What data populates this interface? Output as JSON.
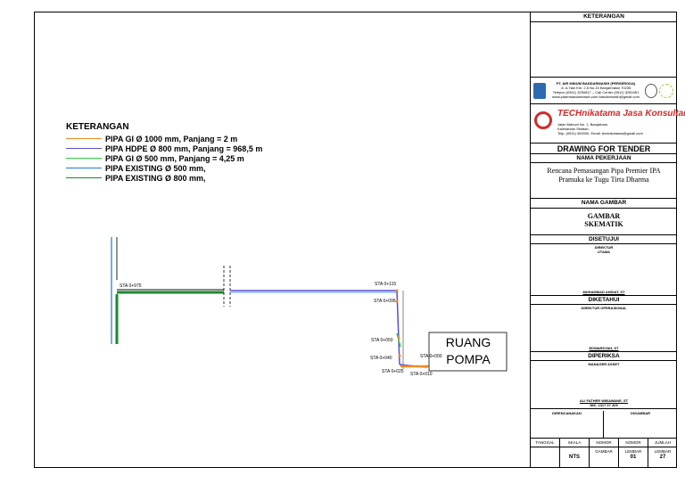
{
  "legend": {
    "title": "KETERANGAN",
    "items": [
      {
        "label": "PIPA GI Ø 1000 mm, Panjang = 2 m",
        "color": "#f08a24"
      },
      {
        "label": "PIPA HDPE Ø 800 mm, Panjang = 968,5 m",
        "color": "#5a4fcf"
      },
      {
        "label": "PIPA GI Ø 500 mm, Panjang = 4,25 m",
        "color": "#2ecc40"
      },
      {
        "label": "PIPA EXISTING Ø 500 mm,",
        "color": "#1f78d1"
      },
      {
        "label": "PIPA EXISTING Ø 800 mm,",
        "color": "#1a8a2e"
      }
    ]
  },
  "diagram": {
    "sta_labels": {
      "s975": "STA 0+975",
      "s115": "STA 0+115",
      "s095": "STA 0+095",
      "s050": "STA 0+050",
      "s040": "STA 0+040",
      "s025": "STA 0+025",
      "s000": "STA 0+000",
      "s010": "STA 0+010"
    },
    "room_label_1": "RUANG",
    "room_label_2": "POMPA"
  },
  "titleblock": {
    "keterangan": "KETERANGAN",
    "company1": {
      "name": "PT. AIR MINUM BANDARMASIH (PERSERODA)",
      "line1": "Jl. A.Yani Km. 2,5 No.15 Banjarmasin 70235",
      "line2": "Telepon (0511) 3250817 – Call Center (0511) 3250451",
      "line3": "www.pdambandarmasih.com   bandarmasih@gmail.com"
    },
    "company2": {
      "name": "TECHnikatama Jasa Konsultan",
      "line1": "Jalan Mahoni No. 1, Banjarbaru",
      "line2": "Kalimantan Selatan",
      "line3": "Telp. (0511) 000000, Email: technikatama@gmail.com"
    },
    "drawing_for": "DRAWING FOR TENDER",
    "nama_pekerjaan_label": "NAMA PEKERJAAN",
    "nama_pekerjaan": "Rencana Pemasangan Pipa Premier IPA Pramuka ke Tugu Tirta Dharma",
    "nama_gambar_label": "NAMA GAMBAR",
    "nama_gambar_1": "GAMBAR",
    "nama_gambar_2": "SKEMATIK",
    "disetujui_label": "DISETUJUI",
    "disetujui_role_1": "DIREKTUR",
    "disetujui_role_2": "UTAMA",
    "disetujui_name": "MUHAMMAD AHDIAT, ST",
    "diketahui_label": "DIKETAHUI",
    "diketahui_role": "DIREKTUR OPERASIONAL",
    "diketahui_name": "EDWARSYAH, ST",
    "diperiksa_label": "DIPERIKSA",
    "diperiksa_role": "MANAGER ASSET",
    "diperiksa_name": "ALI FATHER WIBAWANE, ST",
    "diperiksa_nik": "NIK. 1317 07 405",
    "direncanakan_label": "DIRENCANAKAN",
    "digambar_label": "DIGAMBAR",
    "col_headers": [
      "TANGGAL",
      "SKALA",
      "NOMOR GAMBAR",
      "NOMOR LEMBAR",
      "JUMLAH LEMBAR"
    ],
    "skala": "NTS",
    "nomor_lembar": "01",
    "jumlah_lembar": "27"
  }
}
